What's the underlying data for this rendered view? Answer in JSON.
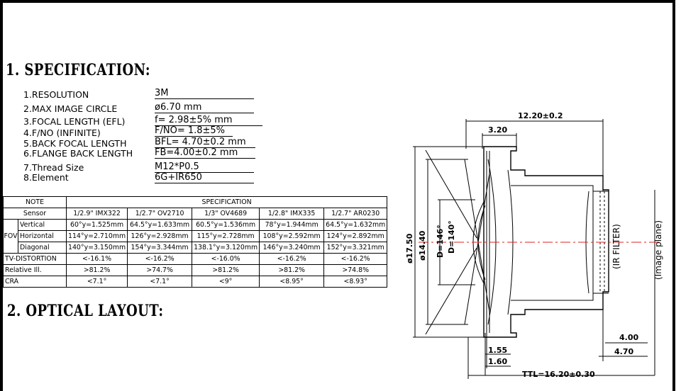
{
  "headings": {
    "spec": "1. SPECIFICATION:",
    "layout": "2. OPTICAL LAYOUT:"
  },
  "spec_items": [
    {
      "label": "1.RESOLUTION",
      "value": "3M"
    },
    {
      "label": "2.MAX IMAGE CIRCLE",
      "value": "ø6.70  mm"
    },
    {
      "label": "3.FOCAL LENGTH (EFL)",
      "value": "f= 2.98±5%  mm"
    },
    {
      "label": "4.F/NO (INFINITE)",
      "value": "F/NO= 1.8±5%"
    },
    {
      "label": "5.BACK FOCAL LENGTH",
      "value": "BFL= 4.70±0.2 mm"
    },
    {
      "label": "6.FLANGE BACK LENGTH",
      "value": "FB=4.00±0.2 mm"
    },
    {
      "label": "7.Thread Size",
      "value": "M12*P0.5"
    },
    {
      "label": "8.Element",
      "value": "6G+IR650"
    }
  ],
  "table": {
    "note": "NOTE",
    "specification": "SPECIFICATION",
    "sensor_label": "Sensor",
    "sensors": [
      "1/2.9\" IMX322",
      "1/2.7\" OV2710",
      "1/3\" OV4689",
      "1/2.8\" IMX335",
      "1/2.7\" AR0230"
    ],
    "fov": "FOV",
    "vertical": {
      "label": "Vertical",
      "values": [
        "60°y=1.525mm",
        "64.5°y=1.633mm",
        "60.5°y=1.536mm",
        "78°y=1.944mm",
        "64.5°y=1.632mm"
      ]
    },
    "horizontal": {
      "label": "Horizontal",
      "values": [
        "114°y=2.710mm",
        "126°y=2.928mm",
        "115°y=2.728mm",
        "108°y=2.592mm",
        "124°y=2.892mm"
      ]
    },
    "diagonal": {
      "label": "Diagonal",
      "values": [
        "140°y=3.150mm",
        "154°y=3.344mm",
        "138.1°y=3.120mm",
        "146°y=3.240mm",
        "152°y=3.321mm"
      ]
    },
    "tv": {
      "label": "TV-DISTORTION",
      "values": [
        "<-16.1%",
        "<-16.2%",
        "<-16.0%",
        "<-16.2%",
        "<-16.2%"
      ]
    },
    "rel": {
      "label": "Relative Ill.",
      "values": [
        ">81.2%",
        ">74.7%",
        ">81.2%",
        ">81.2%",
        ">74.8%"
      ]
    },
    "cra": {
      "label": "CRA",
      "values": [
        "<7.1°",
        "<7.1°",
        "<9°",
        "<8.95°",
        "<8.93°"
      ]
    }
  },
  "drawing": {
    "d1220": "12.20±0.2",
    "d320": "3.20",
    "d1750": "ø17.50",
    "d1440": "ø14.40",
    "d146": "D=146°",
    "d140": "D=140°",
    "ir": "(IR FILTER)",
    "img": "(Image plane)",
    "d400": "4.00",
    "d470": "4.70",
    "d155": "1.55",
    "d160": "1.60",
    "ttl": "TTL=16.20±0.30"
  }
}
